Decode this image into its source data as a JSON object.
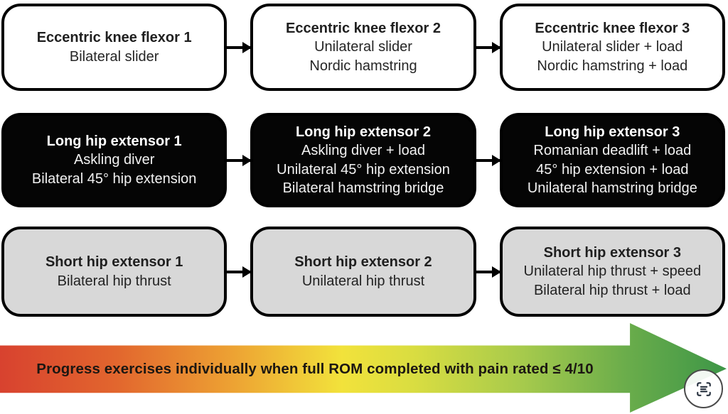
{
  "figure": {
    "description": "Exercise progression flowchart, three levels per exercise family",
    "palette": {
      "box_white": "#ffffff",
      "box_black": "#050505",
      "box_gray": "#d8d8d8",
      "box_border": "#000000",
      "gradient_stops": [
        "#d8422f",
        "#e2662e",
        "#eda233",
        "#f2e23b",
        "#a6ca4c",
        "#3d9647"
      ]
    }
  },
  "rows": [
    {
      "variant": "white",
      "boxes": [
        {
          "title": "Eccentric knee flexor 1",
          "lines": [
            "Bilateral slider"
          ]
        },
        {
          "title": "Eccentric knee flexor 2",
          "lines": [
            "Unilateral slider",
            "Nordic hamstring"
          ]
        },
        {
          "title": "Eccentric knee flexor 3",
          "lines": [
            "Unilateral slider + load",
            "Nordic hamstring + load"
          ]
        }
      ]
    },
    {
      "variant": "black",
      "boxes": [
        {
          "title": "Long hip extensor 1",
          "lines": [
            "Askling diver",
            "Bilateral 45° hip extension"
          ]
        },
        {
          "title": "Long hip extensor 2",
          "lines": [
            "Askling diver + load",
            "Unilateral 45° hip extension",
            "Bilateral hamstring bridge"
          ]
        },
        {
          "title": "Long hip extensor 3",
          "lines": [
            "Romanian deadlift + load",
            "45° hip extension + load",
            "Unilateral hamstring bridge"
          ]
        }
      ]
    },
    {
      "variant": "gray",
      "boxes": [
        {
          "title": "Short hip extensor 1",
          "lines": [
            "Bilateral hip thrust"
          ]
        },
        {
          "title": "Short hip extensor 2",
          "lines": [
            "Unilateral hip thrust"
          ]
        },
        {
          "title": "Short hip extensor 3",
          "lines": [
            "Unilateral hip thrust + speed",
            "Bilateral hip thrust + load"
          ]
        }
      ]
    }
  ],
  "progress_arrow": {
    "label": "Progress exercises individually when full ROM completed with pain rated ≤ 4/10"
  },
  "overlay": {
    "scan_badge_icon": "text-scan-icon"
  }
}
